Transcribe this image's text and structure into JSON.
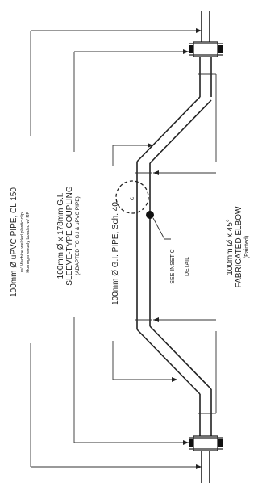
{
  "labels": {
    "upvc_pipe": {
      "line1": "100mm Ø uPVC PIPE, CL 150",
      "line2": "w/ Machine welded plastic clip",
      "line3": "Homogeneously bonded w/ RF"
    },
    "sleeve_coupling": {
      "line1": "100mm Ø x 178mm G.I.",
      "line2": "SLEEVE-TYPE COUPLING",
      "line3": "(ADAPTED TO G.I & uPVC PIPE)"
    },
    "gi_pipe": {
      "line1": "100mm Ø G.I. PIPE, Sch. 40"
    },
    "inset": {
      "line1": "SEE INSET C",
      "line2": "DETAIL",
      "bubble": "C"
    },
    "elbow": {
      "line1": "100mm Ø x 45°",
      "line2": "FABRICATED ELBOW",
      "line3": "(Painted)"
    }
  }
}
